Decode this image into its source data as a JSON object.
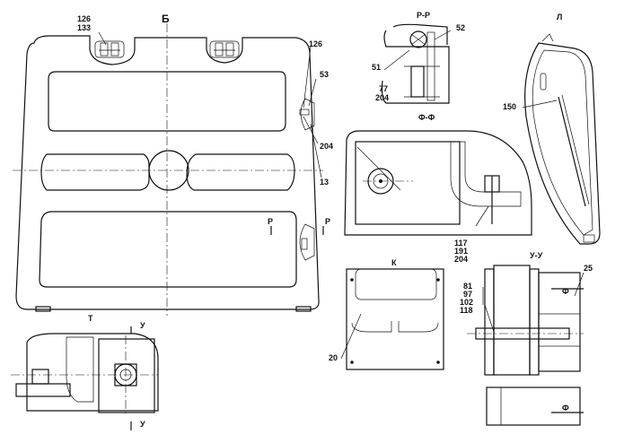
{
  "labels": {
    "view_b": "Б",
    "n126_left": "126",
    "n133": "133",
    "n126_right": "126",
    "n53": "53",
    "n204_b": "204",
    "n13": "13",
    "p_mark": "Р",
    "section_pp": "Р-Р",
    "n52": "52",
    "n51": "51",
    "n77": "77",
    "n204_p": "204",
    "view_l": "Л",
    "n150": "150",
    "section_ff": "Ф-Ф",
    "n117": "117",
    "n191": "191",
    "n204_f": "204",
    "section_k": "К",
    "n20": "20",
    "section_uu": "У-У",
    "n25": "25",
    "f_mark": "Ф",
    "n81": "81",
    "n97": "97",
    "n102": "102",
    "n118": "118",
    "section_t": "Т",
    "u_mark": "У"
  }
}
